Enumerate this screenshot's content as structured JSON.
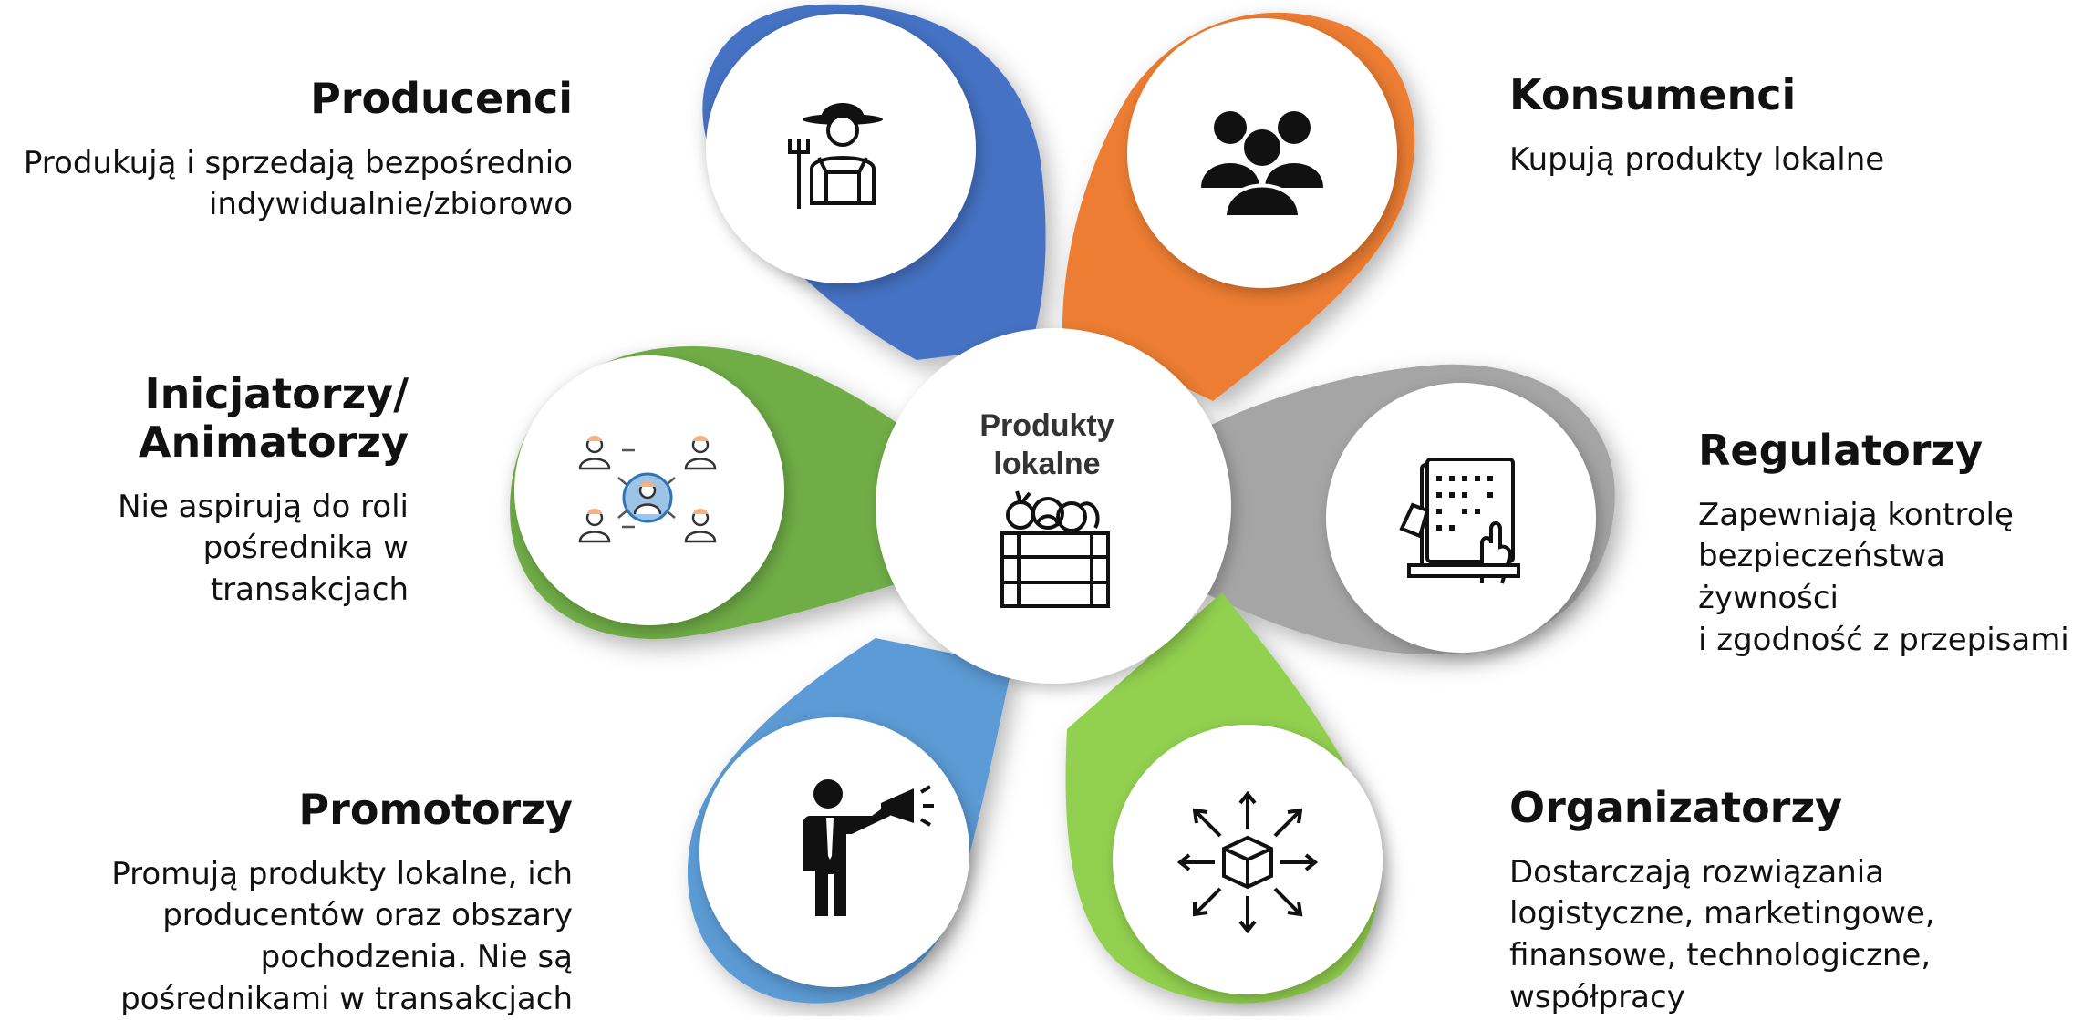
{
  "diagram": {
    "center": {
      "title_line1": "Produkty",
      "title_line2": "lokalne",
      "icon": "vegetable-crate-icon"
    },
    "colors": {
      "producenci": "#4472C4",
      "konsumenci": "#ED7D31",
      "regulatorzy": "#A5A5A5",
      "organizatorzy": "#92D050",
      "promotorzy": "#5B9BD5",
      "inicjatorzy": "#70AD47",
      "icon_accent": "#F4B183",
      "icon_ring": "#5B9BD5"
    },
    "nodes": {
      "producenci": {
        "title": "Producenci",
        "description": "Produkują i sprzedają bezpośrednio\nindywidualnie/zbiorowo",
        "icon": "farmer-icon"
      },
      "konsumenci": {
        "title": "Konsumenci",
        "description": "Kupują produkty lokalne",
        "icon": "people-group-icon"
      },
      "regulatorzy": {
        "title": "Regulatorzy",
        "description": "Zapewniają kontrolę\nbezpieczeństwa żywności\ni zgodność z przepisami",
        "icon": "checklist-hand-icon"
      },
      "organizatorzy": {
        "title": "Organizatorzy",
        "description": "Dostarczają rozwiązania\nlogistyczne, marketingowe,\nfinansowe, technologiczne,\nwspółpracy",
        "icon": "package-distribution-icon"
      },
      "promotorzy": {
        "title": "Promotorzy",
        "description": "Promują produkty lokalne, ich\nproducentów oraz obszary\npochodzenia. Nie są\npośrednikami w transakcjach",
        "icon": "megaphone-speaker-icon"
      },
      "inicjatorzy": {
        "title": "Inicjatorzy/\nAnimatorzy",
        "description": "Nie aspirują do roli\npośrednika w transakcjach",
        "icon": "network-people-icon"
      }
    }
  }
}
